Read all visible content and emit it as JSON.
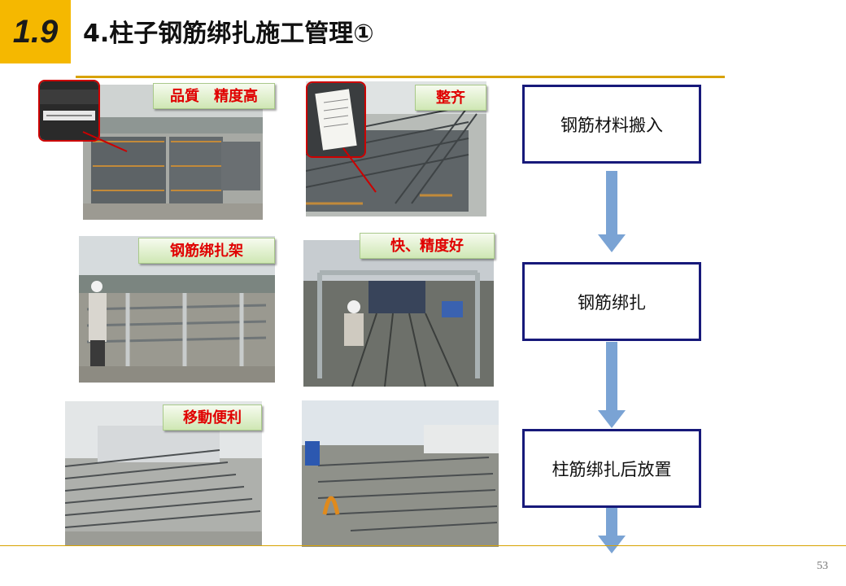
{
  "header": {
    "section_number": "1.9",
    "title": "4.柱子钢筋绑扎施工管理①"
  },
  "photos": [
    {
      "label": "品質　精度高"
    },
    {
      "label": "整齐"
    },
    {
      "label": "钢筋绑扎架"
    },
    {
      "label": "快、精度好"
    },
    {
      "label": "移動便利"
    },
    {
      "label": ""
    }
  ],
  "flow": {
    "steps": [
      "钢筋材料搬入",
      "钢筋绑扎",
      "柱筋绑扎后放置"
    ]
  },
  "footer": {
    "page_number": "53"
  },
  "colors": {
    "badge": "#f5b800",
    "rule": "#d8a200",
    "flow_border": "#17197a",
    "arrow": "#7aa3d4",
    "label_text": "#e00000"
  }
}
